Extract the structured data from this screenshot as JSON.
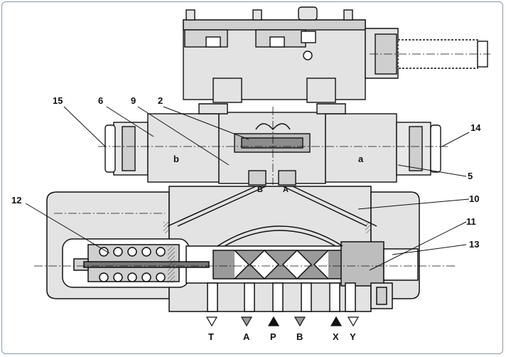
{
  "colors": {
    "body_fill": "#e3e3e3",
    "body_dark": "#c6c6c6",
    "spool_fill": "#9a9a9a",
    "outline": "#111111",
    "frame": "#8a9aa6"
  },
  "callouts": {
    "c15": "15",
    "c6": "6",
    "c9": "9",
    "c2": "2",
    "c14": "14",
    "c5": "5",
    "c10": "10",
    "c12": "12",
    "c11": "11",
    "c13": "13"
  },
  "solenoids": {
    "left": "b",
    "right": "a"
  },
  "pilot_ports": {
    "b": "B",
    "a": "A"
  },
  "ports": {
    "T": {
      "label": "T",
      "symbol": "triangle-down-outline-icon"
    },
    "A": {
      "label": "A",
      "symbol": "triangle-down-gray-icon"
    },
    "P": {
      "label": "P",
      "symbol": "triangle-up-filled-icon"
    },
    "B": {
      "label": "B",
      "symbol": "triangle-down-gray-icon"
    },
    "X": {
      "label": "X",
      "symbol": "triangle-up-filled-icon"
    },
    "Y": {
      "label": "Y",
      "symbol": "triangle-down-outline-icon"
    }
  }
}
